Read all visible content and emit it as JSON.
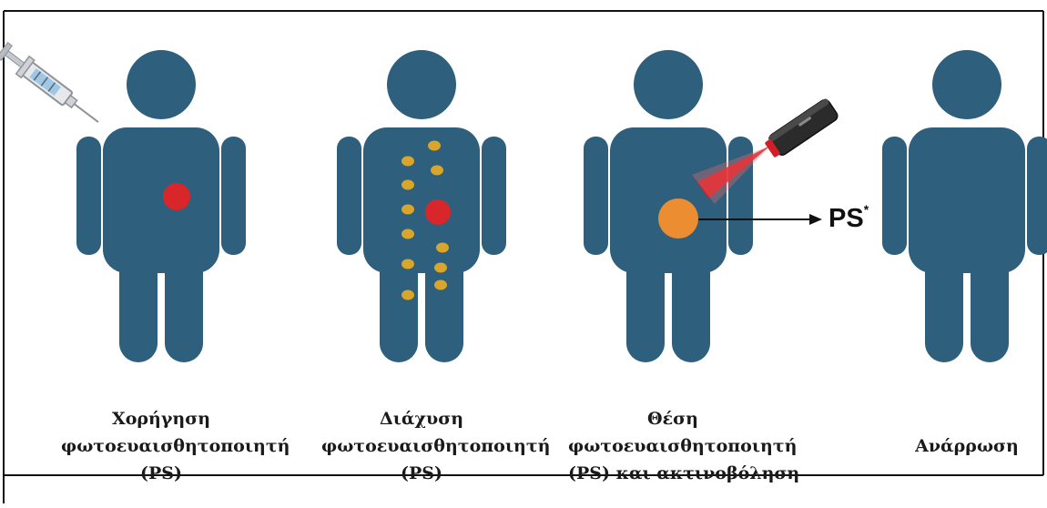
{
  "colors": {
    "figure": "#2e5f7d",
    "tumor": "#d8262b",
    "activated_tumor": "#ec8d32",
    "particle": "#d9a52a",
    "laser_beam": "#e0191f",
    "border": "#111111",
    "arrow": "#111111"
  },
  "stages": [
    {
      "caption_lines": [
        "Χορήγηση",
        "φωτοευαισθητοποιητή",
        "(PS)"
      ]
    },
    {
      "caption_lines": [
        "Διάχυση",
        "φωτοευαισθητοποιητή",
        "(PS)"
      ]
    },
    {
      "caption_lines": [
        "Θέση",
        "φωτοευαισθητοποιητή",
        "(PS) και ακτινοβόληση"
      ]
    },
    {
      "caption_lines": [
        "Ανάρρωση"
      ]
    }
  ],
  "arrow_label": {
    "text": "PS",
    "superscript": "*"
  }
}
